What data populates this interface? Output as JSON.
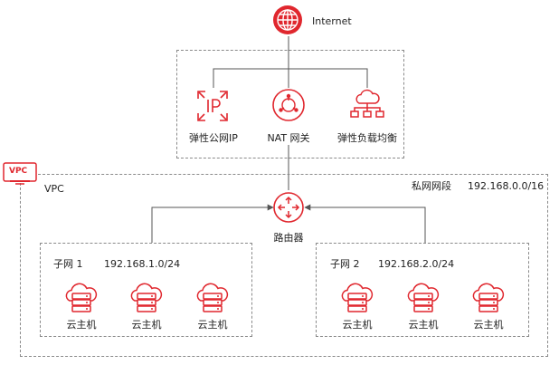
{
  "internet": {
    "label": "Internet"
  },
  "gateways": {
    "eip": {
      "label": "弹性公网IP"
    },
    "nat": {
      "label": "NAT 网关"
    },
    "elb": {
      "label": "弹性负载均衡"
    }
  },
  "vpc": {
    "badge": "VPC",
    "label": "VPC",
    "private_label": "私网网段",
    "private_cidr": "192.168.0.0/16"
  },
  "router": {
    "label": "路由器"
  },
  "subnets": [
    {
      "name": "子网 1",
      "cidr": "192.168.1.0/24",
      "hosts": [
        "云主机",
        "云主机",
        "云主机"
      ]
    },
    {
      "name": "子网 2",
      "cidr": "192.168.2.0/24",
      "hosts": [
        "云主机",
        "云主机",
        "云主机"
      ]
    }
  ],
  "colors": {
    "accent": "#e0272e",
    "line": "#555555",
    "dash": "#8a8a8a"
  }
}
